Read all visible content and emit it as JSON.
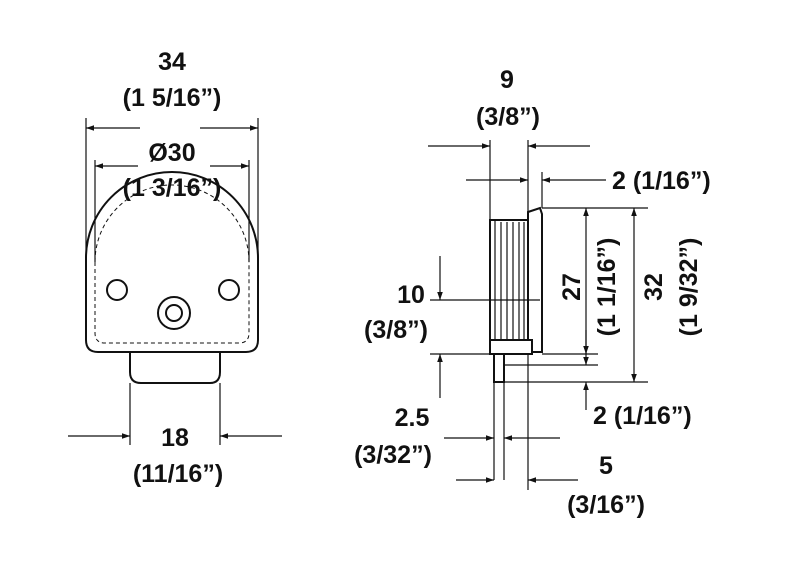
{
  "dimensions": {
    "width_total": {
      "metric": "34",
      "imperial": "(1 5/16”)"
    },
    "diameter": {
      "metric": "Ø30",
      "imperial": "(1 3/16”)"
    },
    "bottom_width": {
      "metric": "18",
      "imperial": "(11/16”)"
    },
    "depth": {
      "metric": "9",
      "imperial": "(3/8”)"
    },
    "back_thickness": {
      "metric": "2 (1/16”)"
    },
    "height_27": {
      "metric": "27",
      "imperial": "(1 1/16”)"
    },
    "height_32": {
      "metric": "32",
      "imperial": "(1 9/32”)"
    },
    "offset_10": {
      "metric": "10",
      "imperial": "(3/8”)"
    },
    "pin_offset": {
      "metric": "2 (1/16”)"
    },
    "gap_25": {
      "metric": "2.5",
      "imperial": "(3/32”)"
    },
    "pin_length": {
      "metric": "5",
      "imperial": "(3/16”)"
    }
  }
}
